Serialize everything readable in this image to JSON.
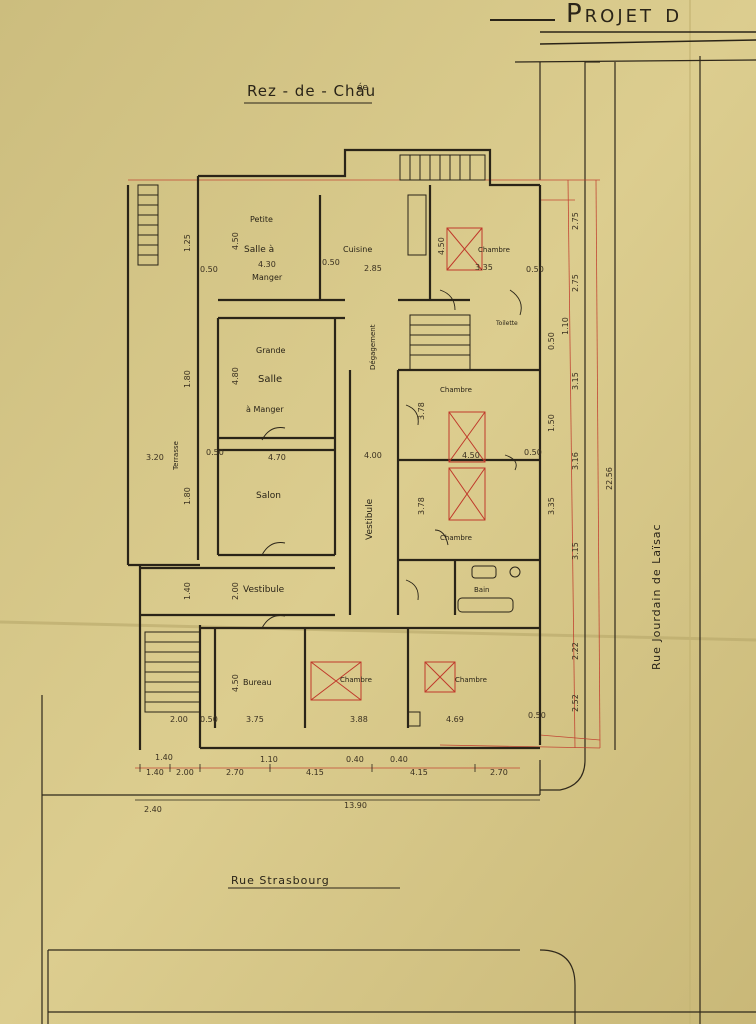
{
  "colors": {
    "paper": "#d8c98a",
    "ink": "#3b3122",
    "red": "#c0392b"
  },
  "header": {
    "title": "Projet d",
    "floor": "Rez - de - Chau",
    "floor_sup": "ée"
  },
  "rooms": {
    "petite_salle_l1": "Petite",
    "petite_salle_l2": "Salle à",
    "petite_salle_l3": "Manger",
    "cuisine": "Cuisine",
    "chambre_ne": "Chambre",
    "toilette": "Toilette",
    "degagement": "Dégagement",
    "grande_salle_l1": "Grande",
    "grande_salle_l2": "Salle",
    "grande_salle_l3": "à Manger",
    "salon": "Salon",
    "vestibule_central": "Vestibule",
    "chambre_e1": "Chambre",
    "chambre_e2": "Chambre",
    "bain": "Bain",
    "vestibule_w": "Vestibule",
    "bureau": "Bureau",
    "chambre_s1": "Chambre",
    "chambre_s2": "Chambre",
    "terrasse": "Terrasse"
  },
  "streets": {
    "south": "Rue Strasbourg",
    "east": "Rue Jourdain de Laïsac"
  },
  "dimensions": {
    "d_430": "4.30",
    "d_450a": "4.50",
    "d_335": "3.35",
    "d_285": "2.85",
    "d_450b": "4.50",
    "d_480": "4.80",
    "d_470": "4.70",
    "d_400": "4.00",
    "d_450c": "4.50",
    "d_375": "3.75",
    "d_388": "3.88",
    "d_469": "4.69",
    "d_320": "3.20",
    "d_125": "1.25",
    "d_180a": "1.80",
    "d_180b": "1.80",
    "d_140a": "1.40",
    "d_200": "2.00",
    "d_140b": "1.40",
    "d_200b": "2.00",
    "d_270a": "2.70",
    "d_415a": "4.15",
    "d_415b": "4.15",
    "d_270b": "2.70",
    "d_240": "2.40",
    "d_1390": "13.90",
    "d_2256": "22.56",
    "d_275a": "2.75",
    "d_275b": "2.75",
    "d_315a": "3.15",
    "d_316": "3.16",
    "d_315b": "3.15",
    "d_222": "2.22",
    "d_252": "2.52",
    "d_110a": "1.10",
    "d_110b": "1.10",
    "d_150": "1.50",
    "d_050": "0.50",
    "d_378a": "3.78",
    "d_378b": "3.78",
    "d_335b": "3.35",
    "d_050b": "0.50",
    "d_050c": "0.50",
    "d_050d": "0.50",
    "d_050e": "0.50",
    "d_050f": "0.50",
    "d_050g": "0.50",
    "d_050h": "0.50",
    "d_040": "0.40",
    "d_040b": "0.40"
  }
}
